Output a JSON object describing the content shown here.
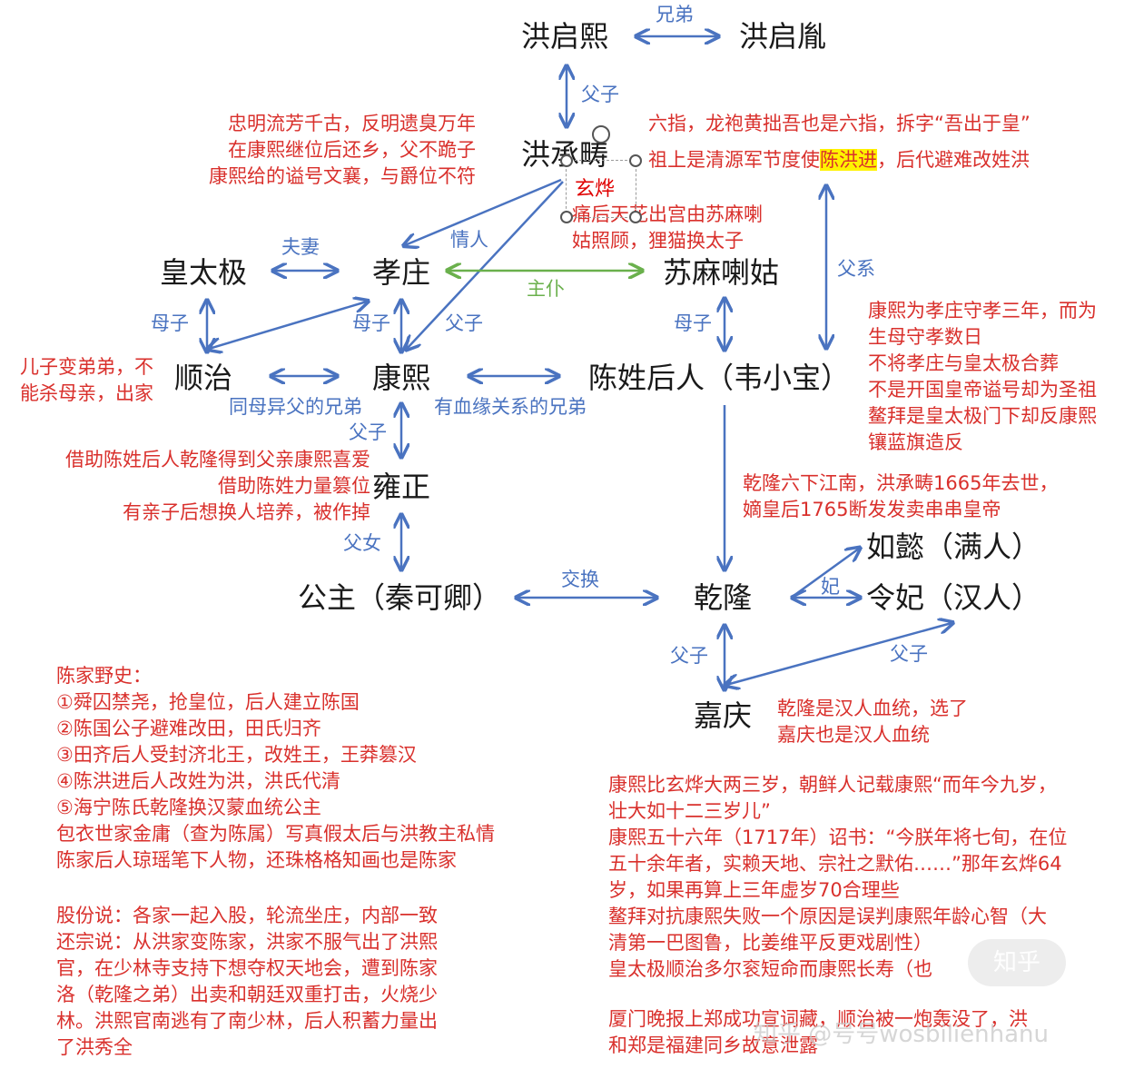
{
  "nodes": {
    "hong_qixi": "洪启熙",
    "hong_qiyin": "洪启胤",
    "hong_chengchou": "洪承畴",
    "huangtaiji": "皇太极",
    "xiaozhuang": "孝庄",
    "sumalagu": "苏麻喇姑",
    "shunzhi": "顺治",
    "kangxi": "康熙",
    "chen_descendant": "陈姓后人（韦小宝）",
    "yongzheng": "雍正",
    "princess": "公主（秦可卿）",
    "qianlong": "乾隆",
    "ruyi": "如懿（满人）",
    "lingfei": "令妃（汉人）",
    "jiaqing": "嘉庆"
  },
  "edge_labels": {
    "brothers": "兄弟",
    "father_son_1": "父子",
    "husband_wife": "夫妻",
    "lover": "情人",
    "master_servant": "主仆",
    "paternal": "父系",
    "mother_son_1": "母子",
    "father_son_2": "父子",
    "mother_son_2": "母子",
    "father_son_3": "父子",
    "half_brothers": "同母异父的兄弟",
    "blood_brothers": "有血缘关系的兄弟",
    "father_son_4": "父子",
    "father_daughter": "父女",
    "exchange": "交换",
    "concubine": "妃",
    "father_son_5": "父子",
    "mother_son_3": "母子"
  },
  "selected_shape_text": "玄烨",
  "notes": {
    "ming_loyalty": [
      "忠明流芳千古，反明遗臭万年",
      "在康熙继位后还乡，父不跪子",
      "康熙给的谥号文襄，与爵位不符"
    ],
    "six_fingers_1": "六指，龙袍黄拙吾也是六指，拆字“吾出于皇”",
    "ancestor_pre": "祖上是清源军节度使",
    "ancestor_hl": "陈洪进",
    "ancestor_post": "，后代避难改姓洪",
    "smallpox": [
      "痛后天花出宫由苏麻喇",
      "姑照顾，狸猫换太子"
    ],
    "kangxi_mourning": [
      "康熙为孝庄守孝三年，而为",
      "生母守孝数日",
      "不将孝庄与皇太极合葬",
      "不是开国皇帝谥号却为圣祖",
      "鳌拜是皇太极门下却反康熙",
      "镶蓝旗造反"
    ],
    "shunzhi_note": [
      "儿子变弟弟，不",
      "能杀母亲，出家"
    ],
    "yongzheng_note": [
      "借助陈姓后人乾隆得到父亲康熙喜爱",
      "借助陈姓力量篡位",
      "有亲子后想换人培养，被作掉"
    ],
    "qianlong_south": [
      "乾隆六下江南，洪承畴1665年去世，",
      "嫡皇后1765断发发卖串串皇帝"
    ],
    "jiaqing_note": [
      "乾隆是汉人血统，选了",
      "嘉庆也是汉人血统"
    ],
    "chen_history": [
      "陈家野史：",
      "①舜囚禁尧，抢皇位，后人建立陈国",
      "②陈国公子避难改田，田氏归齐",
      "③田齐后人受封济北王，改姓王，王莽篡汉",
      "④陈洪进后人改姓为洪，洪氏代清",
      "⑤海宁陈氏乾隆换汉蒙血统公主",
      "包衣世家金庸（查为陈属）写真假太后与洪教主私情",
      "陈家后人琼瑶笔下人物，还珠格格知画也是陈家"
    ],
    "shares": [
      "股份说：各家一起入股，轮流坐庄，内部一致",
      "还宗说：从洪家变陈家，洪家不服气出了洪熙",
      "官，在少林寺支持下想夺权天地会，遭到陈家",
      "洛（乾隆之弟）出卖和朝廷双重打击，火烧少",
      "林。洪熙官南逃有了南少林，后人积蓄力量出",
      "了洪秀全"
    ],
    "kangxi_age": [
      "康熙比玄烨大两三岁，朝鲜人记载康熙“而年今九岁，",
      "壮大如十二三岁儿”",
      "康熙五十六年（1717年）诏书：“今朕年将七旬，在位",
      "五十余年者，实赖天地、宗社之默佑……”那年玄烨64",
      "岁，如果再算上三年虚岁70合理些",
      "鳌拜对抗康熙失败一个原因是误判康熙年龄心智（大",
      "清第一巴图鲁，比姜维平反更戏剧性）",
      "皇太极顺治多尔衮短命而康熙长寿（也"
    ],
    "xiamen": [
      "厦门晚报上郑成功宣词藏，顺治被一炮轰没了，洪",
      "和郑是福建同乡故意泄露"
    ]
  },
  "watermark": {
    "badge": "知乎",
    "text": "知乎 @号号wosbilienhanu"
  },
  "colors": {
    "node_text": "#1a1a1a",
    "edge_blue": "#4a73c0",
    "edge_green": "#6ab04c",
    "note_red": "#d9302c",
    "highlight": "#fff200"
  }
}
